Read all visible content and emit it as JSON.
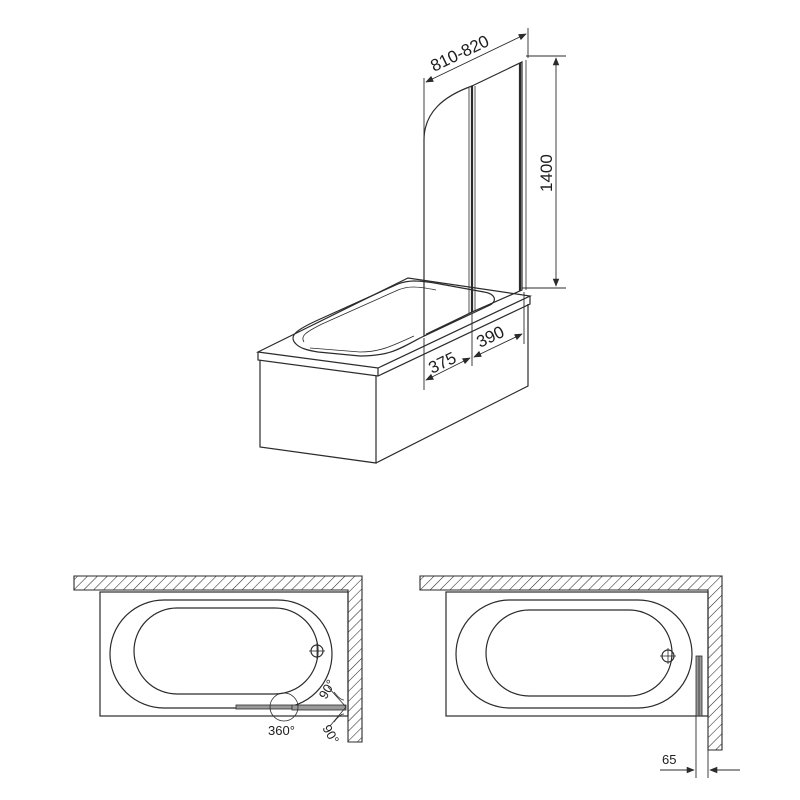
{
  "diagram": {
    "top_view": {
      "dim_width": "810-820",
      "dim_height": "1400",
      "dim_panel_left": "375",
      "dim_panel_right": "390"
    },
    "plan_left": {
      "label_rotation": "360°",
      "label_angle_upper": "90°",
      "label_angle_lower": "90°"
    },
    "plan_right": {
      "dim_offset": "65"
    }
  }
}
